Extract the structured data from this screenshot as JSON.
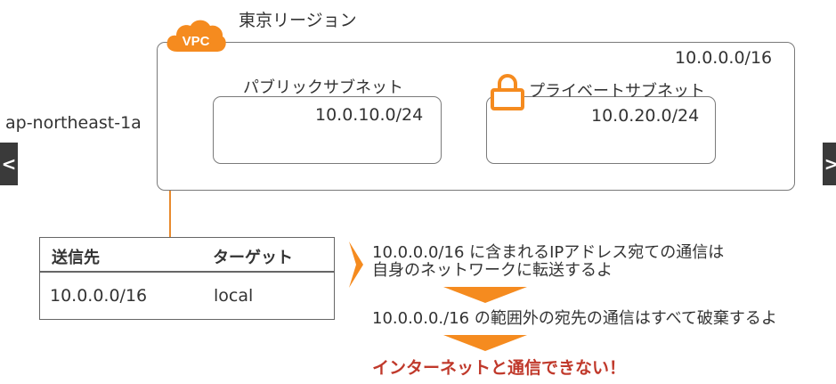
{
  "region": {
    "label": "東京リージョン"
  },
  "availability_zone": {
    "label": "ap-northeast-1a"
  },
  "vpc": {
    "badge": "VPC",
    "cidr": "10.0.0.0/16"
  },
  "subnets": [
    {
      "title": "パブリックサブネット",
      "cidr": "10.0.10.0/24"
    },
    {
      "title": "プライベートサブネット",
      "cidr": "10.0.20.0/24"
    }
  ],
  "route_table": {
    "headers": [
      "送信先",
      "ターゲット"
    ],
    "rows": [
      [
        "10.0.0.0/16",
        "local"
      ]
    ]
  },
  "explanation": {
    "line1": "10.0.0.0/16 に含まれるIPアドレス宛ての通信は",
    "line2": "自身のネットワークに転送するよ",
    "line3": "10.0.0.0./16 の範囲外の宛先の通信はすべて破棄するよ",
    "conclusion": "インターネットと通信できない！"
  },
  "navigation": {
    "prev": "<",
    "next": ">"
  },
  "colors": {
    "accent": "#F58B1F",
    "conclusion": "#C0392B",
    "border": "#7A7A7A",
    "text": "#333333"
  }
}
